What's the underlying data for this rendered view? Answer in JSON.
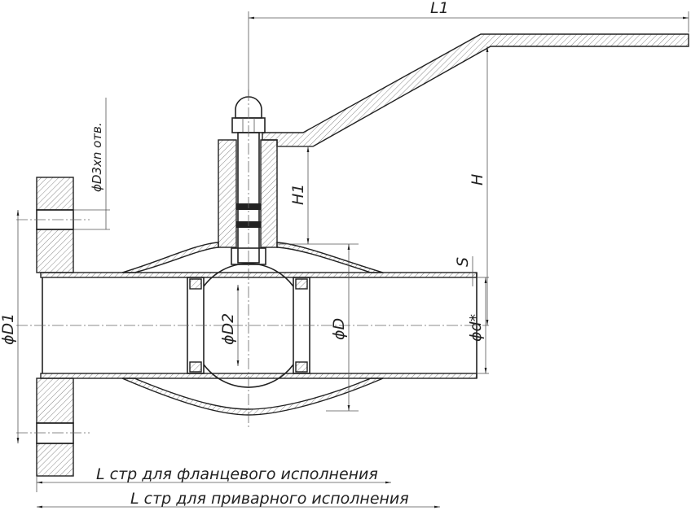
{
  "drawing": {
    "dimensions": {
      "L1": "L1",
      "H": "H",
      "H1": "H1",
      "S": "S",
      "D1": "ϕD1",
      "D2": "ϕD2",
      "D": "ϕD",
      "d": "ϕd*",
      "D3": "ϕD3xn отв."
    },
    "length_labels": {
      "flanged": "L стр для фланцевого исполнения",
      "welded": "L стр для приварного исполнения"
    }
  }
}
